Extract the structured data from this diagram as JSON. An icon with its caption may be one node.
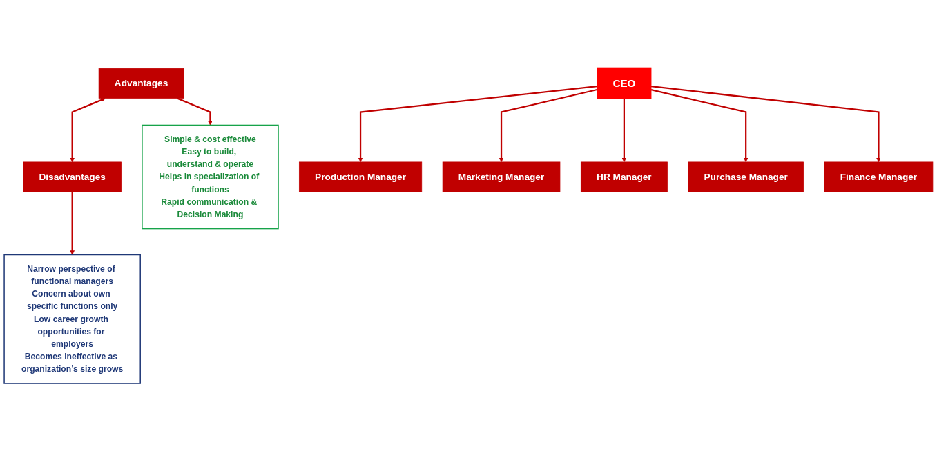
{
  "diagram": {
    "nodes": [
      {
        "text": [
          "Advantages"
        ]
      },
      {
        "text": [
          "Disadvantages"
        ]
      },
      {
        "text": [
          "Simple & cost effective",
          "Easy to build, understand & operate",
          "Helps in specialization of functions",
          "Rapid communication & Decision Making"
        ]
      },
      {
        "text": [
          "Narrow perspective of functional managers",
          "Concern about own specific functions only",
          "Low career growth opportunities for employers",
          "Becomes ineffective as organization’s size grows"
        ]
      },
      {
        "text": [
          "CEO"
        ]
      },
      {
        "text": [
          "Production Manager"
        ]
      },
      {
        "text": [
          "Marketing Manager"
        ]
      },
      {
        "text": [
          "HR Manager"
        ]
      },
      {
        "text": [
          "Purchase Manager"
        ]
      },
      {
        "text": [
          "Finance Manager"
        ]
      }
    ],
    "edges": [
      {
        "from": 0,
        "to": 1,
        "arrow": "both"
      },
      {
        "from": 0,
        "to": 2,
        "arrow": "to"
      },
      {
        "from": 1,
        "to": 3,
        "arrow": "to"
      },
      {
        "from": 4,
        "to": 5,
        "arrow": "to"
      },
      {
        "from": 4,
        "to": 6,
        "arrow": "to"
      },
      {
        "from": 4,
        "to": 7,
        "arrow": "to"
      },
      {
        "from": 4,
        "to": 8,
        "arrow": "to"
      },
      {
        "from": 4,
        "to": 9,
        "arrow": "to"
      }
    ]
  }
}
